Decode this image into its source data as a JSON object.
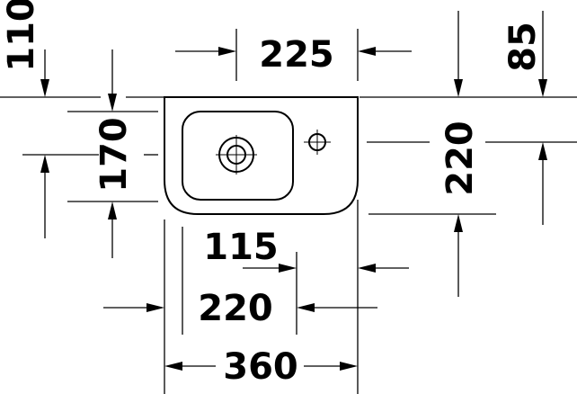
{
  "dimensions": {
    "d110": "110",
    "d225": "225",
    "d85": "85",
    "d170": "170",
    "d220_right": "220",
    "d115": "115",
    "d220_bottom": "220",
    "d360": "360"
  },
  "colors": {
    "ink": "#000000",
    "background": "#ffffff"
  }
}
